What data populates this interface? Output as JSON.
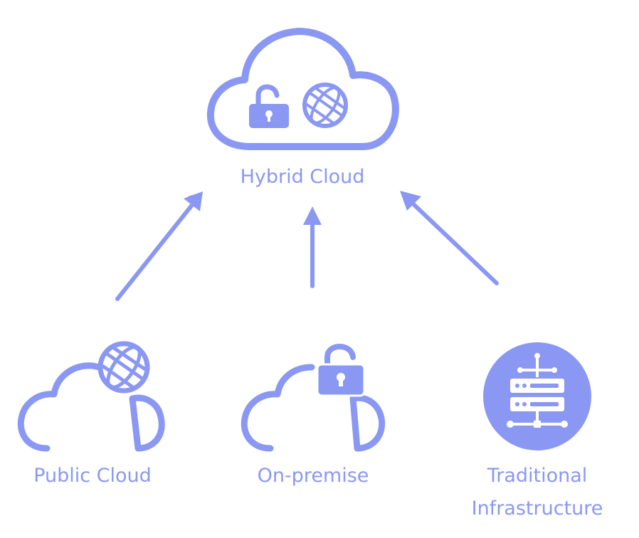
{
  "diagram": {
    "accent_color": "#8a98f3",
    "hub": {
      "label": "Hybrid Cloud",
      "icons": [
        "cloud-icon",
        "lock-icon",
        "globe-icon"
      ]
    },
    "sources": [
      {
        "label": "Public Cloud",
        "icons": [
          "cloud-icon",
          "globe-icon"
        ]
      },
      {
        "label": "On-premise",
        "icons": [
          "cloud-icon",
          "lock-icon"
        ]
      },
      {
        "label_line1": "Traditional",
        "label_line2": "Infrastructure",
        "icons": [
          "server-rack-icon"
        ]
      }
    ],
    "connections": [
      {
        "from": "Public Cloud",
        "to": "Hybrid Cloud"
      },
      {
        "from": "On-premise",
        "to": "Hybrid Cloud"
      },
      {
        "from": "Traditional Infrastructure",
        "to": "Hybrid Cloud"
      }
    ]
  }
}
